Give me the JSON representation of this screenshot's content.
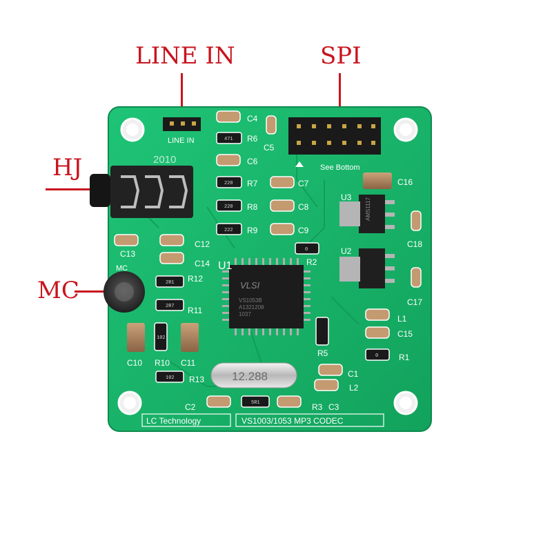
{
  "callouts": {
    "line_in": "LINE IN",
    "spi": "SPI",
    "hj": "HJ",
    "mc": "MC"
  },
  "board": {
    "colors": {
      "pcb": "#16b56a",
      "silkscreen": "#ffffff",
      "callout": "#c8141e"
    },
    "connector_labels": {
      "line_in": "LINE IN",
      "spi_note": "See Bottom"
    },
    "crystal_marking": "12.288",
    "date_code": "2010",
    "mic_label": "MC",
    "chip": {
      "ref": "U1",
      "brand": "VLSI",
      "line1": "VS1053B",
      "line2": "A1321208",
      "line3": "1037"
    },
    "regulator_marking": "AMS1117",
    "footer_left": "LC Technology",
    "footer_right": "VS1003/1053 MP3 CODEC",
    "designators": [
      "C4",
      "R6",
      "C5",
      "C6",
      "R7",
      "C7",
      "R8",
      "C8",
      "R9",
      "C9",
      "C12",
      "C13",
      "C14",
      "R12",
      "R11",
      "R2",
      "U3",
      "U2",
      "C16",
      "C18",
      "C17",
      "L1",
      "C15",
      "R5",
      "R1",
      "C1",
      "L2",
      "C10",
      "R10",
      "C11",
      "R13",
      "C2",
      "R3",
      "C3"
    ],
    "resistor_codes": {
      "r6": "471",
      "r7": "220",
      "r8": "220",
      "r9": "222",
      "r12": "2R1",
      "r11": "2R7",
      "r10": "102",
      "r13": "102",
      "r3": "5R1",
      "r2": "0",
      "r1": "0"
    }
  }
}
